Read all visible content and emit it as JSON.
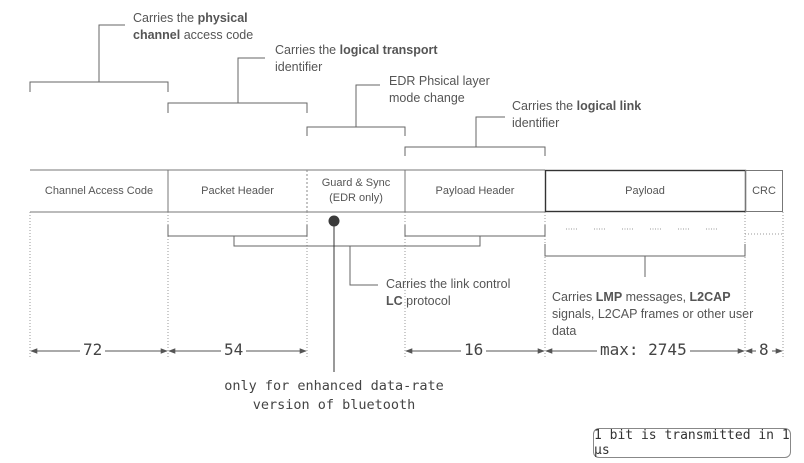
{
  "fields": [
    {
      "label": "Channel Access Code"
    },
    {
      "label": "Packet Header"
    },
    {
      "label": "Guard & Sync",
      "sub": "(EDR only)"
    },
    {
      "label": "Payload Header"
    },
    {
      "label": "Payload"
    },
    {
      "label": "CRC"
    }
  ],
  "annotations": {
    "access_code": {
      "p1": "Carries the ",
      "b1": "physical",
      "b2": "channel",
      "p2": " access code"
    },
    "logical_transport": {
      "p1": "Carries the ",
      "b1": "logical transport",
      "p2": "identifier"
    },
    "edr": {
      "l1": "EDR Phsical layer",
      "l2": "mode change"
    },
    "logical_link": {
      "p1": "Carries the ",
      "b1": "logical link",
      "p2": "identifier"
    },
    "link_control": {
      "p1": "Carries the link control",
      "b1": "LC",
      "p2": " protocol"
    },
    "payload": {
      "p1": "Carries ",
      "b1": "LMP",
      "p2": " messages, ",
      "b2": "L2CAP",
      "p3": "signals, L2CAP frames or other user",
      "p4": "data"
    }
  },
  "bits": {
    "cac": "72",
    "header": "54",
    "payload_header": "16",
    "payload": "max: 2745",
    "crc": "8"
  },
  "edr_note": {
    "l1": "only for enhanced data-rate",
    "l2": "version of bluetooth"
  },
  "footer": {
    "text": "1 bit is transmitted in 1 μs"
  }
}
